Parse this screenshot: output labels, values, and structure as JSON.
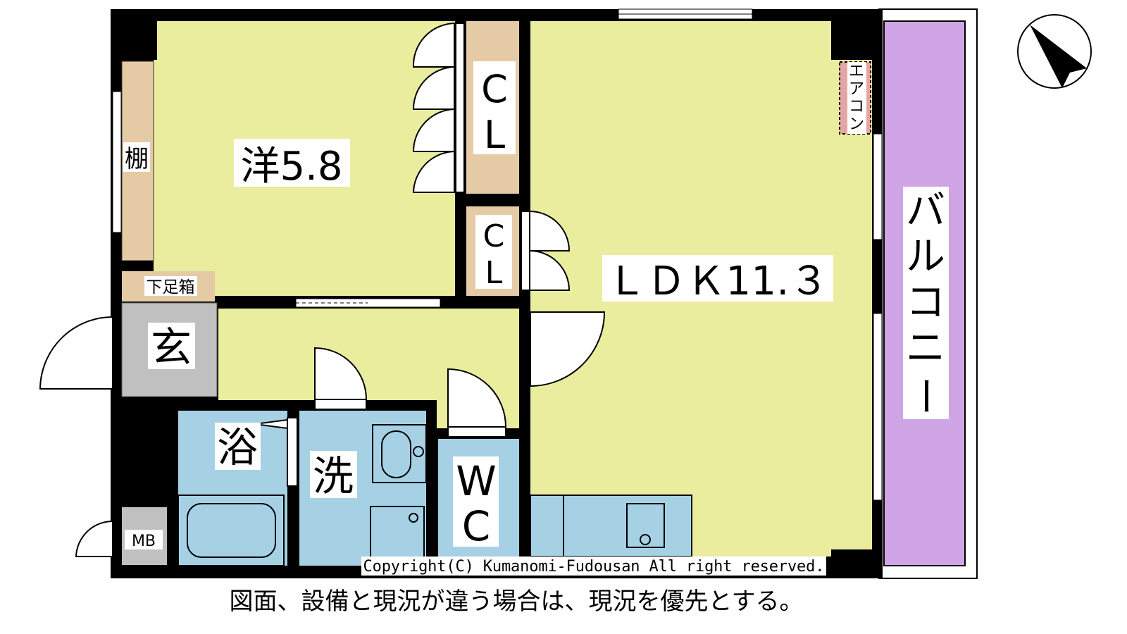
{
  "rooms": {
    "western": "洋5.8",
    "closet_1_line1": "C",
    "closet_1_line2": "L",
    "closet_2_line1": "C",
    "closet_2_line2": "L",
    "ldk": "ＬＤＫ11.３",
    "balcony": [
      "バ",
      "ル",
      "コ",
      "ニ",
      "ー"
    ],
    "entrance": "玄",
    "bath": "浴",
    "washroom": "洗",
    "toilet_line1": "W",
    "toilet_line2": "C",
    "meter_box": "MB",
    "shoe_box": "下足箱",
    "shelf": "棚",
    "aircon": [
      "エ",
      "ア",
      "コ",
      "ン"
    ]
  },
  "copyright": "Copyright(C) Kumanomi-Fudousan All right reserved.",
  "caption": "図面、設備と現況が違う場合は、現況を優先とする。",
  "compass": "north-arrow-icon",
  "colors": {
    "room": "#EAEC9E",
    "storage": "#E5CBA5",
    "entrance": "#C0C0C0",
    "wet": "#A6D1E5",
    "balcony": "#CFA5E5",
    "aircon": "#E5A5A5",
    "wall": "#000000"
  }
}
